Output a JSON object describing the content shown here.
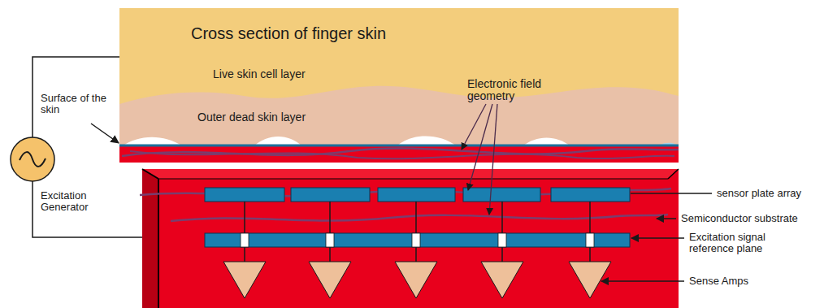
{
  "diagram": {
    "title": "Cross section of finger skin",
    "labels": [
      "Live skin cell layer",
      "Outer dead skin layer",
      "Electronic field geometry",
      "Surface of the skin",
      "Excitation Generator",
      "sensor plate array",
      "Semiconductor substrate",
      "Excitation signal reference plane",
      "Sense Amps"
    ]
  }
}
